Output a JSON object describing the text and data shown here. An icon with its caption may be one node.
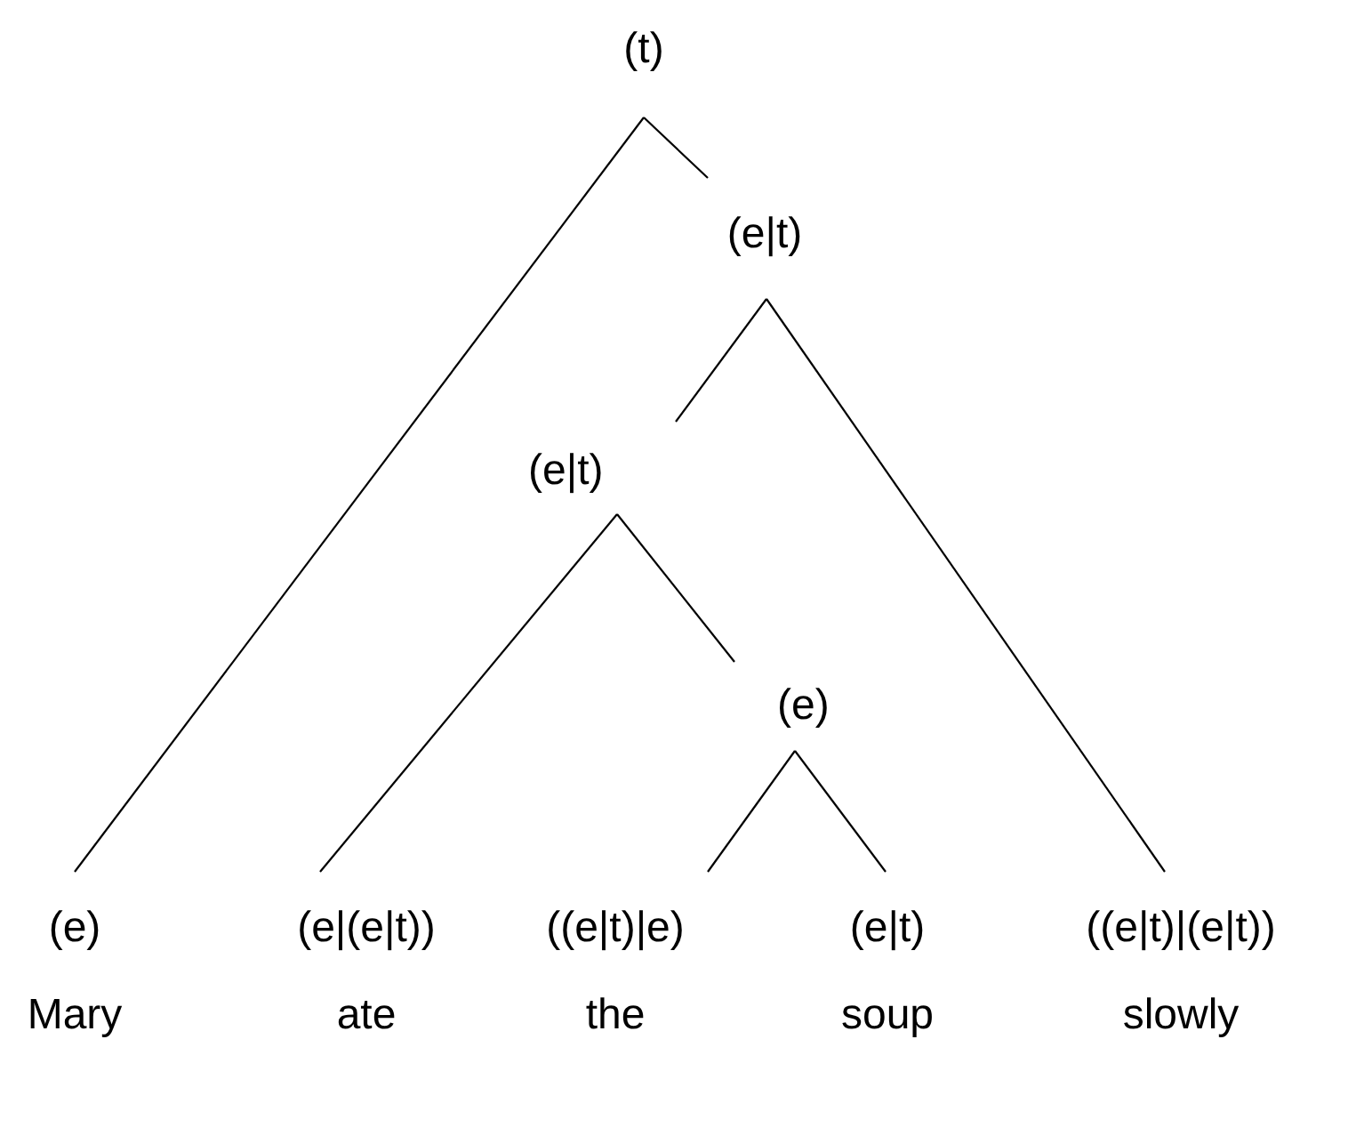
{
  "diagram": {
    "nodes": [
      {
        "text": [
          "(t)"
        ]
      },
      {
        "text": [
          "(e|t)"
        ]
      },
      {
        "text": [
          "(e|t)"
        ]
      },
      {
        "text": [
          "(e)"
        ]
      },
      {
        "text": [
          "(e)",
          "Mary"
        ]
      },
      {
        "text": [
          "(e|(e|t))",
          "ate"
        ]
      },
      {
        "text": [
          "((e|t)|e)",
          "the"
        ]
      },
      {
        "text": [
          "(e|t)",
          "soup"
        ]
      },
      {
        "text": [
          "((e|t)|(e|t))",
          "slowly"
        ]
      }
    ],
    "edges": [
      {
        "from": 0,
        "to": 4,
        "arrow": "none"
      },
      {
        "from": 0,
        "to": 1,
        "arrow": "none"
      },
      {
        "from": 1,
        "to": 2,
        "arrow": "none"
      },
      {
        "from": 1,
        "to": 8,
        "arrow": "none"
      },
      {
        "from": 2,
        "to": 5,
        "arrow": "none"
      },
      {
        "from": 2,
        "to": 3,
        "arrow": "none"
      },
      {
        "from": 3,
        "to": 6,
        "arrow": "none"
      },
      {
        "from": 3,
        "to": 7,
        "arrow": "none"
      }
    ]
  }
}
